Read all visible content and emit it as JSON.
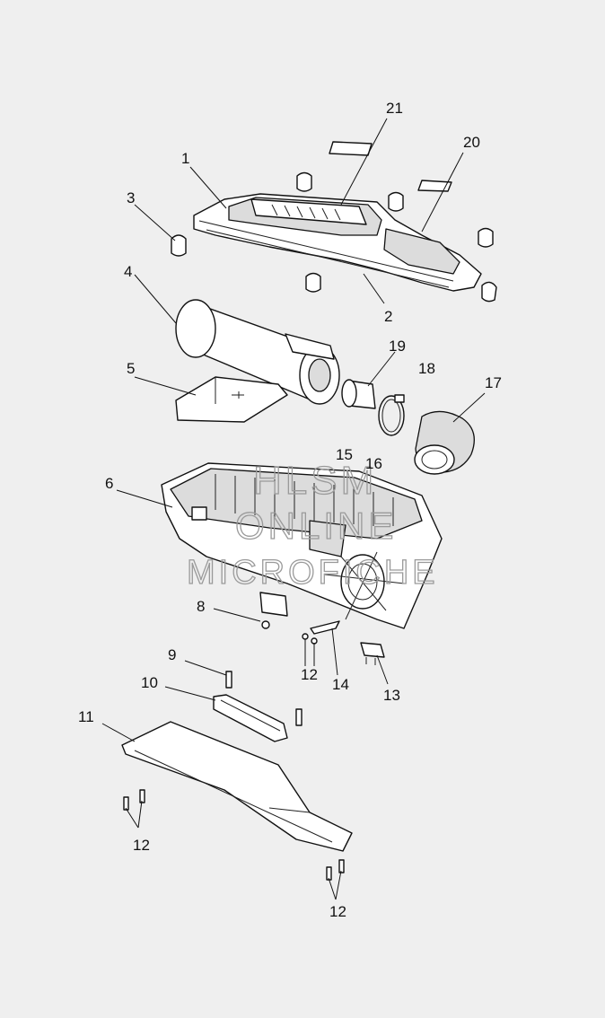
{
  "callouts": {
    "c1": "1",
    "c2": "2",
    "c3": "3",
    "c4": "4",
    "c5": "5",
    "c6": "6",
    "c8": "8",
    "c9": "9",
    "c10": "10",
    "c11": "11",
    "c12a": "12",
    "c12b": "12",
    "c12c": "12",
    "c13": "13",
    "c14": "14",
    "c15": "15",
    "c16": "16",
    "c17": "17",
    "c18": "18",
    "c19": "19",
    "c20": "20",
    "c21": "21"
  },
  "watermark": {
    "line1": "HLSM",
    "line2": "ONLINE",
    "line3": "MICROFICHE"
  },
  "colors": {
    "background": "#efefef",
    "ink": "#111111",
    "watermark": "#9a9a9a"
  }
}
